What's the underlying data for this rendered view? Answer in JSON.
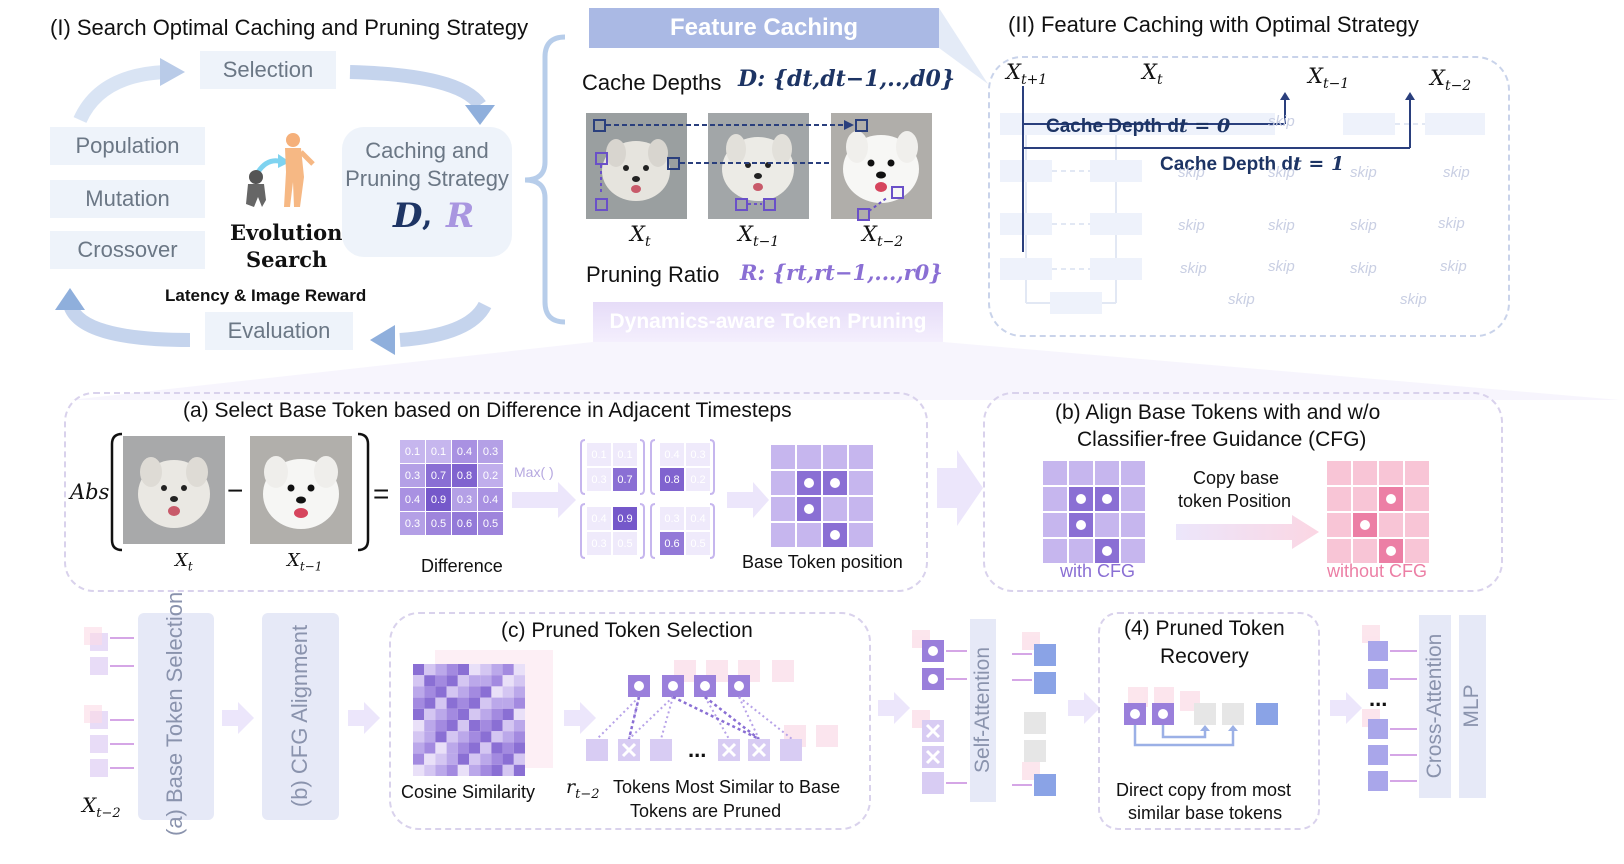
{
  "section1": {
    "title": "(I) Search Optimal Caching and Pruning Strategy",
    "selection": "Selection",
    "population": "Population",
    "mutation": "Mutation",
    "crossover": "Crossover",
    "caching_line1": "Caching and",
    "caching_line2": "Pruning Strategy",
    "D": "D",
    "comma": ",",
    "R": "R",
    "evolution_line1": "Evolution",
    "evolution_line2": "Search",
    "latency": "Latency & Image Reward",
    "evaluation": "Evaluation"
  },
  "feature_caching": {
    "title": "Feature Caching",
    "cache_depths_label": "Cache Depths",
    "cache_depths_formula": "D: {d",
    "cache_depths_formula_full": "D: {dt,dt−1,..,d0}",
    "xt": "X",
    "xt_sub": "t",
    "xt1_sub": "t−1",
    "xt2_sub": "t−2",
    "pruning_label": "Pruning Ratio",
    "pruning_formula": "R: {rt,rt−1,...,r0}",
    "dynamics_title": "Dynamics-aware Token Pruning"
  },
  "section2": {
    "title": "(II) Feature Caching with Optimal Strategy",
    "x_labels": [
      "X",
      "X",
      "X",
      "X"
    ],
    "x_subs": [
      "t+1",
      "t",
      "t−1",
      "t−2"
    ],
    "cache0": "Cache Depth d",
    "cache0_tail": "t = 0",
    "cache1": "Cache Depth d",
    "cache1_tail": "t = 1",
    "skip": "skip"
  },
  "panel_a": {
    "title": "(a) Select Base Token based on Difference in Adjacent Timesteps",
    "abs": "Abs",
    "minus": "−",
    "equals": "=",
    "xt_label": "X",
    "xt_sub": "t",
    "xt1_sub": "t−1",
    "diff_values": [
      "0.1",
      "0.1",
      "0.4",
      "0.3",
      "0.3",
      "0.7",
      "0.8",
      "0.2",
      "0.4",
      "0.9",
      "0.3",
      "0.4",
      "0.3",
      "0.5",
      "0.6",
      "0.5"
    ],
    "difference": "Difference",
    "max": "Max( )",
    "max_values": [
      "0.1",
      "0.1",
      "0.3",
      "0.7",
      "0.4",
      "0.3",
      "0.8",
      "0.2",
      "0.4",
      "0.9",
      "0.3",
      "0.5",
      "0.3",
      "0.4",
      "0.6",
      "0.5"
    ],
    "base_token_position": "Base Token position"
  },
  "panel_b": {
    "title_line1": "(b) Align Base Tokens with and w/o",
    "title_line2": "Classifier-free Guidance (CFG)",
    "copy_line1": "Copy base",
    "copy_line2": "token Position",
    "with_cfg": "with CFG",
    "without_cfg": "without CFG",
    "colors": {
      "with": "#8a6fd4",
      "without": "#e46a98"
    }
  },
  "bottom": {
    "base_token": "(a) Base Token Selection",
    "cfg_alignment": "(b) CFG Alignment",
    "x_label": "X",
    "x_sub": "t−2",
    "pruned_selection_title": "(c) Pruned Token Selection",
    "cosine": "Cosine Similarity",
    "r_label": "r",
    "r_sub": "t−2",
    "tokens_line1": "Tokens Most Similar to Base",
    "tokens_line2": "Tokens are Pruned",
    "ellipsis": "...",
    "self_attention": "Self-Attention",
    "recovery_line1": "(4) Pruned Token",
    "recovery_line2": "Recovery",
    "direct_line1": "Direct copy from most",
    "direct_line2": "similar base tokens",
    "cross_attention": "Cross-Attention",
    "mlp": "MLP",
    "ellipsis2": "..."
  }
}
